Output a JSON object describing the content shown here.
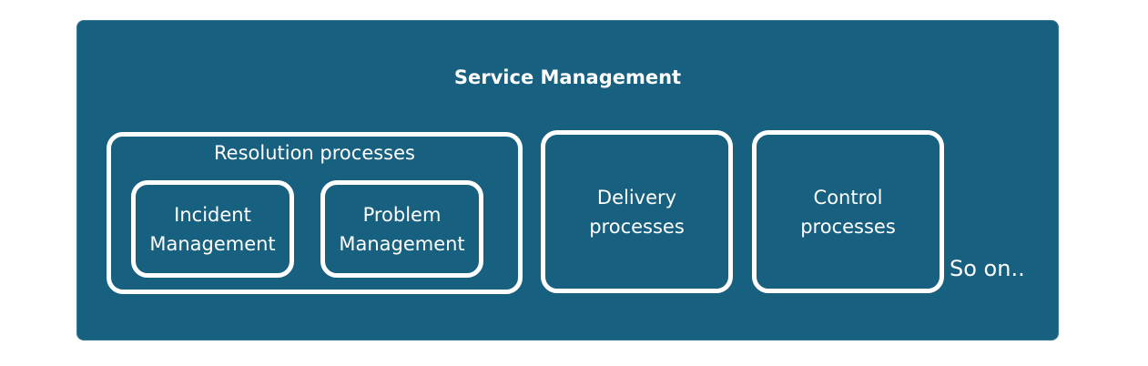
{
  "diagram": {
    "title": "Service Management",
    "resolution_group": {
      "label": "Resolution processes",
      "items": [
        {
          "label": "Incident\nManagement"
        },
        {
          "label": "Problem\nManagement"
        }
      ]
    },
    "delivery": {
      "label": "Delivery\nprocesses"
    },
    "control": {
      "label": "Control\nprocesses"
    },
    "more_text": "So on..",
    "colors": {
      "panel_background": "#18607f",
      "outline": "#ffffff",
      "text": "#ffffff"
    }
  }
}
